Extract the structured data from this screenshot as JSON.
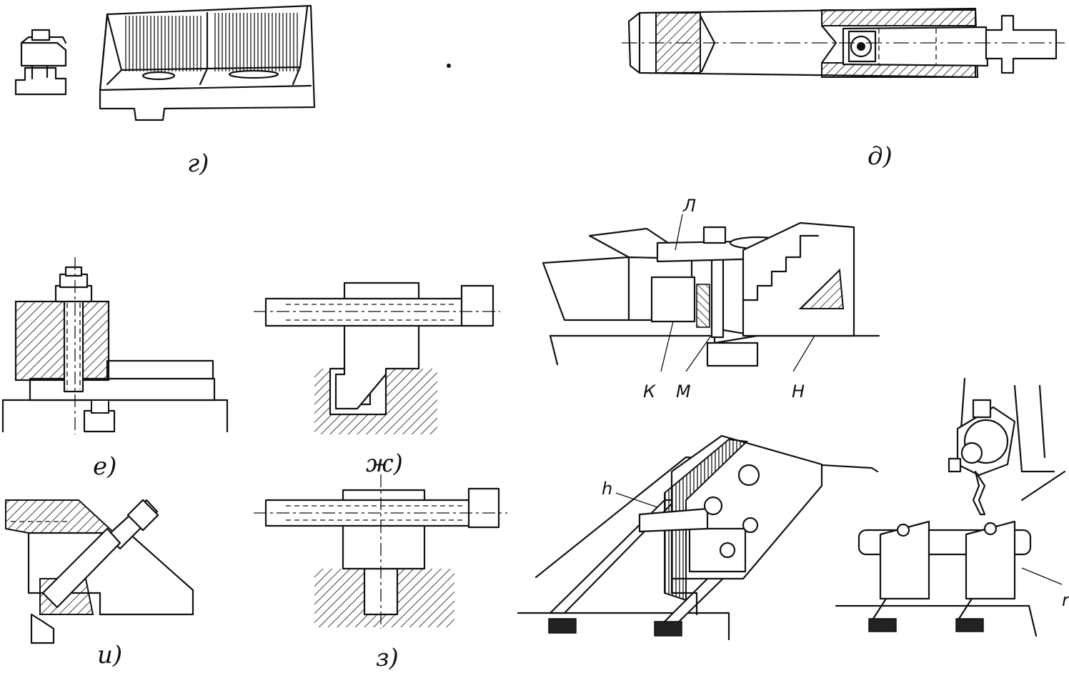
{
  "figure": {
    "captions": {
      "g": "г)",
      "d": "д)",
      "e": "е)",
      "zh": "ж)",
      "i": "и)",
      "z": "з)"
    },
    "labels": {
      "L": "Л",
      "K": "К",
      "M": "М",
      "N": "Н",
      "h": "h",
      "r": "r"
    }
  }
}
